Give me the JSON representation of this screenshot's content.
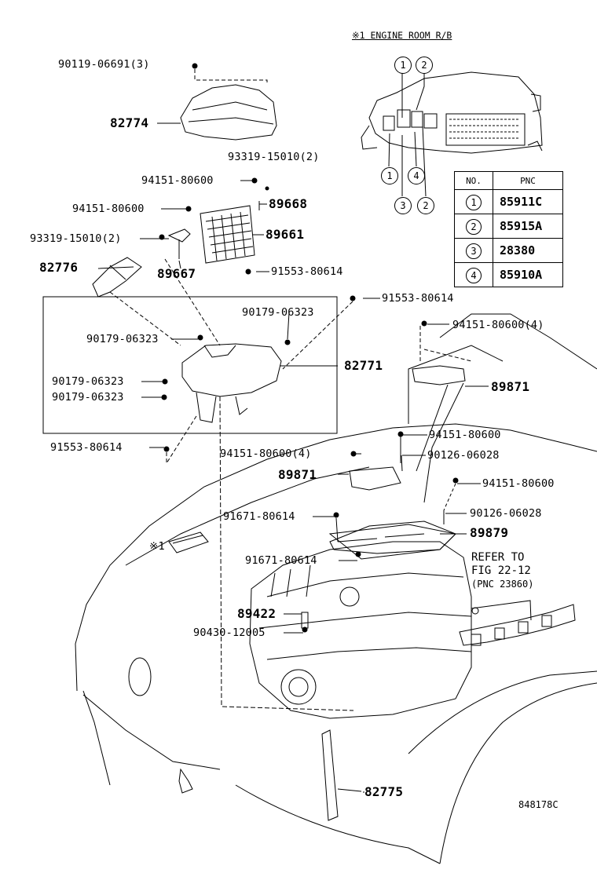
{
  "header": {
    "mark": "※1",
    "title": "ENGINE ROOM R/B"
  },
  "table": {
    "col_no": "NO.",
    "col_pnc": "PNC",
    "rows": [
      {
        "no": "1",
        "pnc": "85911C"
      },
      {
        "no": "2",
        "pnc": "85915A"
      },
      {
        "no": "3",
        "pnc": "28380"
      },
      {
        "no": "4",
        "pnc": "85910A"
      }
    ]
  },
  "callouts": [
    "1",
    "2",
    "1",
    "4",
    "3",
    "2"
  ],
  "labels": {
    "p90119": "90119-06691(3)",
    "p82774": "82774",
    "p93319a": "93319-15010(2)",
    "p94151a": "94151-80600",
    "p94151b": "94151-80600",
    "p89668": "89668",
    "p93319b": "93319-15010(2)",
    "p89661": "89661",
    "p82776": "82776",
    "p89667": "89667",
    "p91553a": "91553-80614",
    "p91553b": "91553-80614",
    "p90179a": "90179-06323",
    "p90179b": "90179-06323",
    "p90179c": "90179-06323",
    "p90179d": "90179-06323",
    "p82771": "82771",
    "p91553c": "91553-80614",
    "p94151c": "94151-80600(4)",
    "p89871a": "89871",
    "p94151d": "94151-80600",
    "p94151e": "94151-80600(4)",
    "p90126a": "90126-06028",
    "p89871b": "89871",
    "p94151f": "94151-80600",
    "p91671a": "91671-80614",
    "p90126b": "90126-06028",
    "p89879": "89879",
    "mark1": "※1",
    "p91671b": "91671-80614",
    "p89422": "89422",
    "p90430": "90430-12005",
    "p82775": "82775"
  },
  "refer": {
    "line1": "REFER TO",
    "line2": "FIG 22-12",
    "line3": "(PNC 23860)"
  },
  "figure_id": "848178C"
}
